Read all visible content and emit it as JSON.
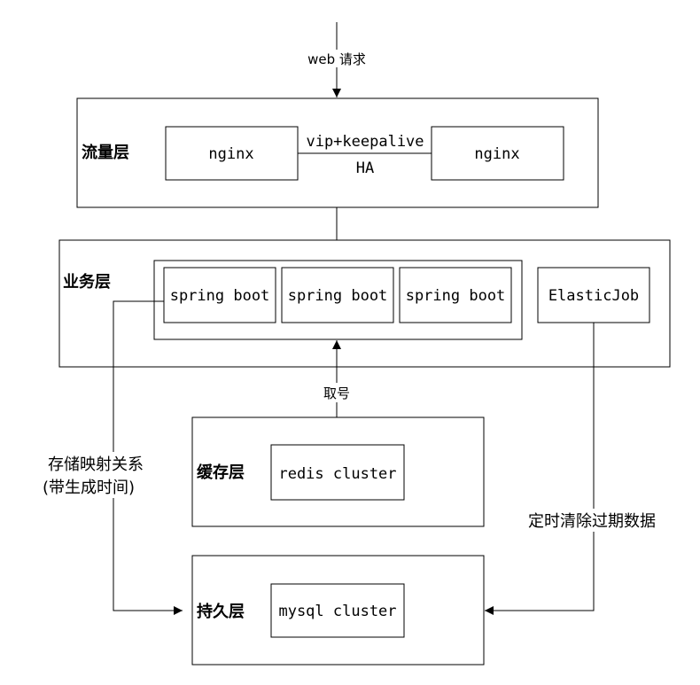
{
  "top_request": "web 请求",
  "layers": {
    "traffic": {
      "label": "流量层",
      "nodes": [
        "nginx",
        "nginx"
      ],
      "link_top": "vip+keepalive",
      "link_bottom": "HA"
    },
    "business": {
      "label": "业务层",
      "services": [
        "spring boot",
        "spring boot",
        "spring boot"
      ],
      "scheduler": "ElasticJob"
    },
    "cache": {
      "label": "缓存层",
      "node": "redis cluster"
    },
    "persistence": {
      "label": "持久层",
      "node": "mysql cluster"
    }
  },
  "edges": {
    "fetch_id": "取号",
    "store_mapping_line1": "存储映射关系",
    "store_mapping_line2": "(带生成时间)",
    "cleanup": "定时清除过期数据"
  }
}
